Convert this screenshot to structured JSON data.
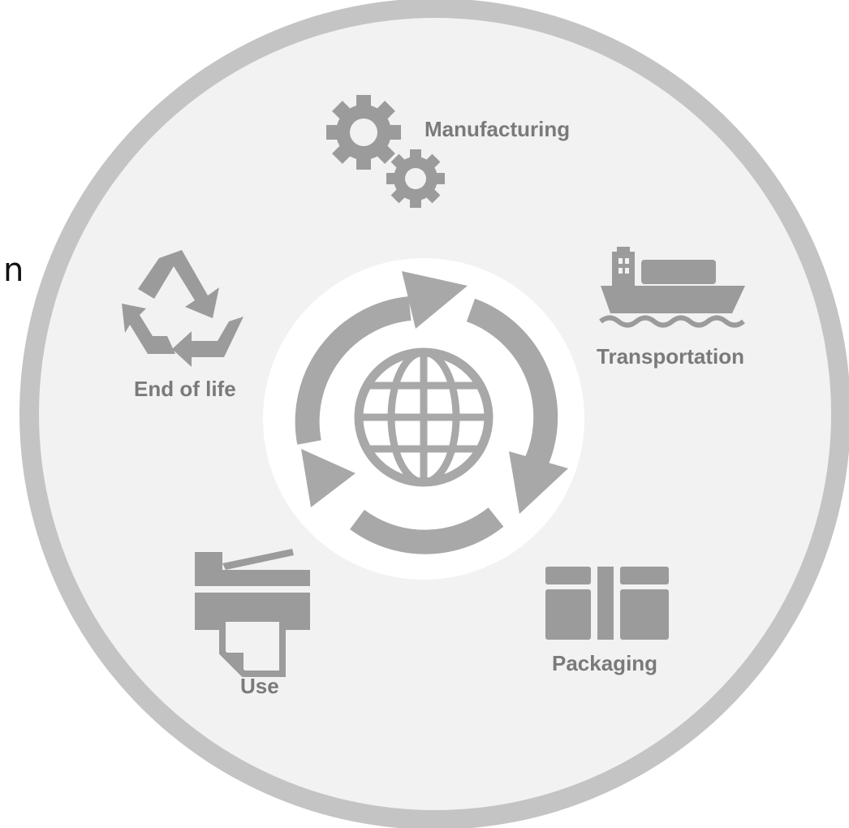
{
  "diagram": {
    "title": "",
    "center": {
      "icon": "globe-cycle-icon"
    },
    "stages": [
      {
        "label": "Manufacturing",
        "icon": "gears-icon"
      },
      {
        "label": "Transportation",
        "icon": "cargo-ship-icon"
      },
      {
        "label": "Packaging",
        "icon": "box-icon"
      },
      {
        "label": "Use",
        "icon": "printer-icon"
      },
      {
        "label": "End of life",
        "icon": "recycle-icon"
      }
    ],
    "edge_fragment": "n"
  },
  "colors": {
    "outer_ring": "#c4c4c4",
    "disc": "#f2f2f2",
    "center_disc": "#ffffff",
    "icon": "#9b9b9b",
    "label": "#7a7a7a"
  }
}
